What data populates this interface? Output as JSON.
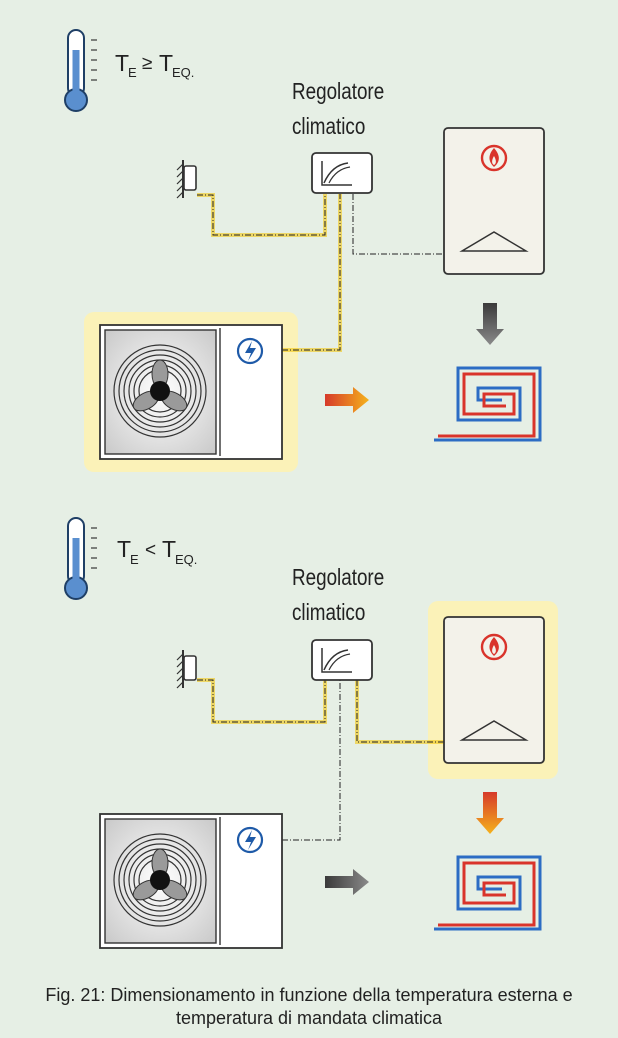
{
  "scenarios": [
    {
      "condition": {
        "left_main": "T",
        "left_sub": "E",
        "operator": "≥",
        "right_main": "T",
        "right_sub": "EQ."
      },
      "controller_label": {
        "line1": "Regolatore",
        "line2": "climatico"
      },
      "heat_pump_active": true,
      "boiler_active": false
    },
    {
      "condition": {
        "left_main": "T",
        "left_sub": "E",
        "operator": "<",
        "right_main": "T",
        "right_sub": "EQ."
      },
      "controller_label": {
        "line1": "Regolatore",
        "line2": "climatico"
      },
      "heat_pump_active": false,
      "boiler_active": true
    }
  ],
  "caption": {
    "line1": "Fig. 21: Dimensionamento in funzione della temperatura esterna e",
    "line2": "temperatura di mandata climatica"
  },
  "colors": {
    "background": "#e6efe5",
    "highlight": "#fbf2b8",
    "signal_line": "#f2c200",
    "lightning": "#1e5aa8",
    "flame": "#d9342b",
    "pipe_red": "#d9342b",
    "pipe_blue": "#2c6cc4"
  },
  "icons": [
    "thermometer-icon",
    "outdoor-sensor-icon",
    "climate-curve-icon",
    "lightning-icon",
    "flame-icon",
    "fan-icon",
    "radiant-floor-icon"
  ]
}
